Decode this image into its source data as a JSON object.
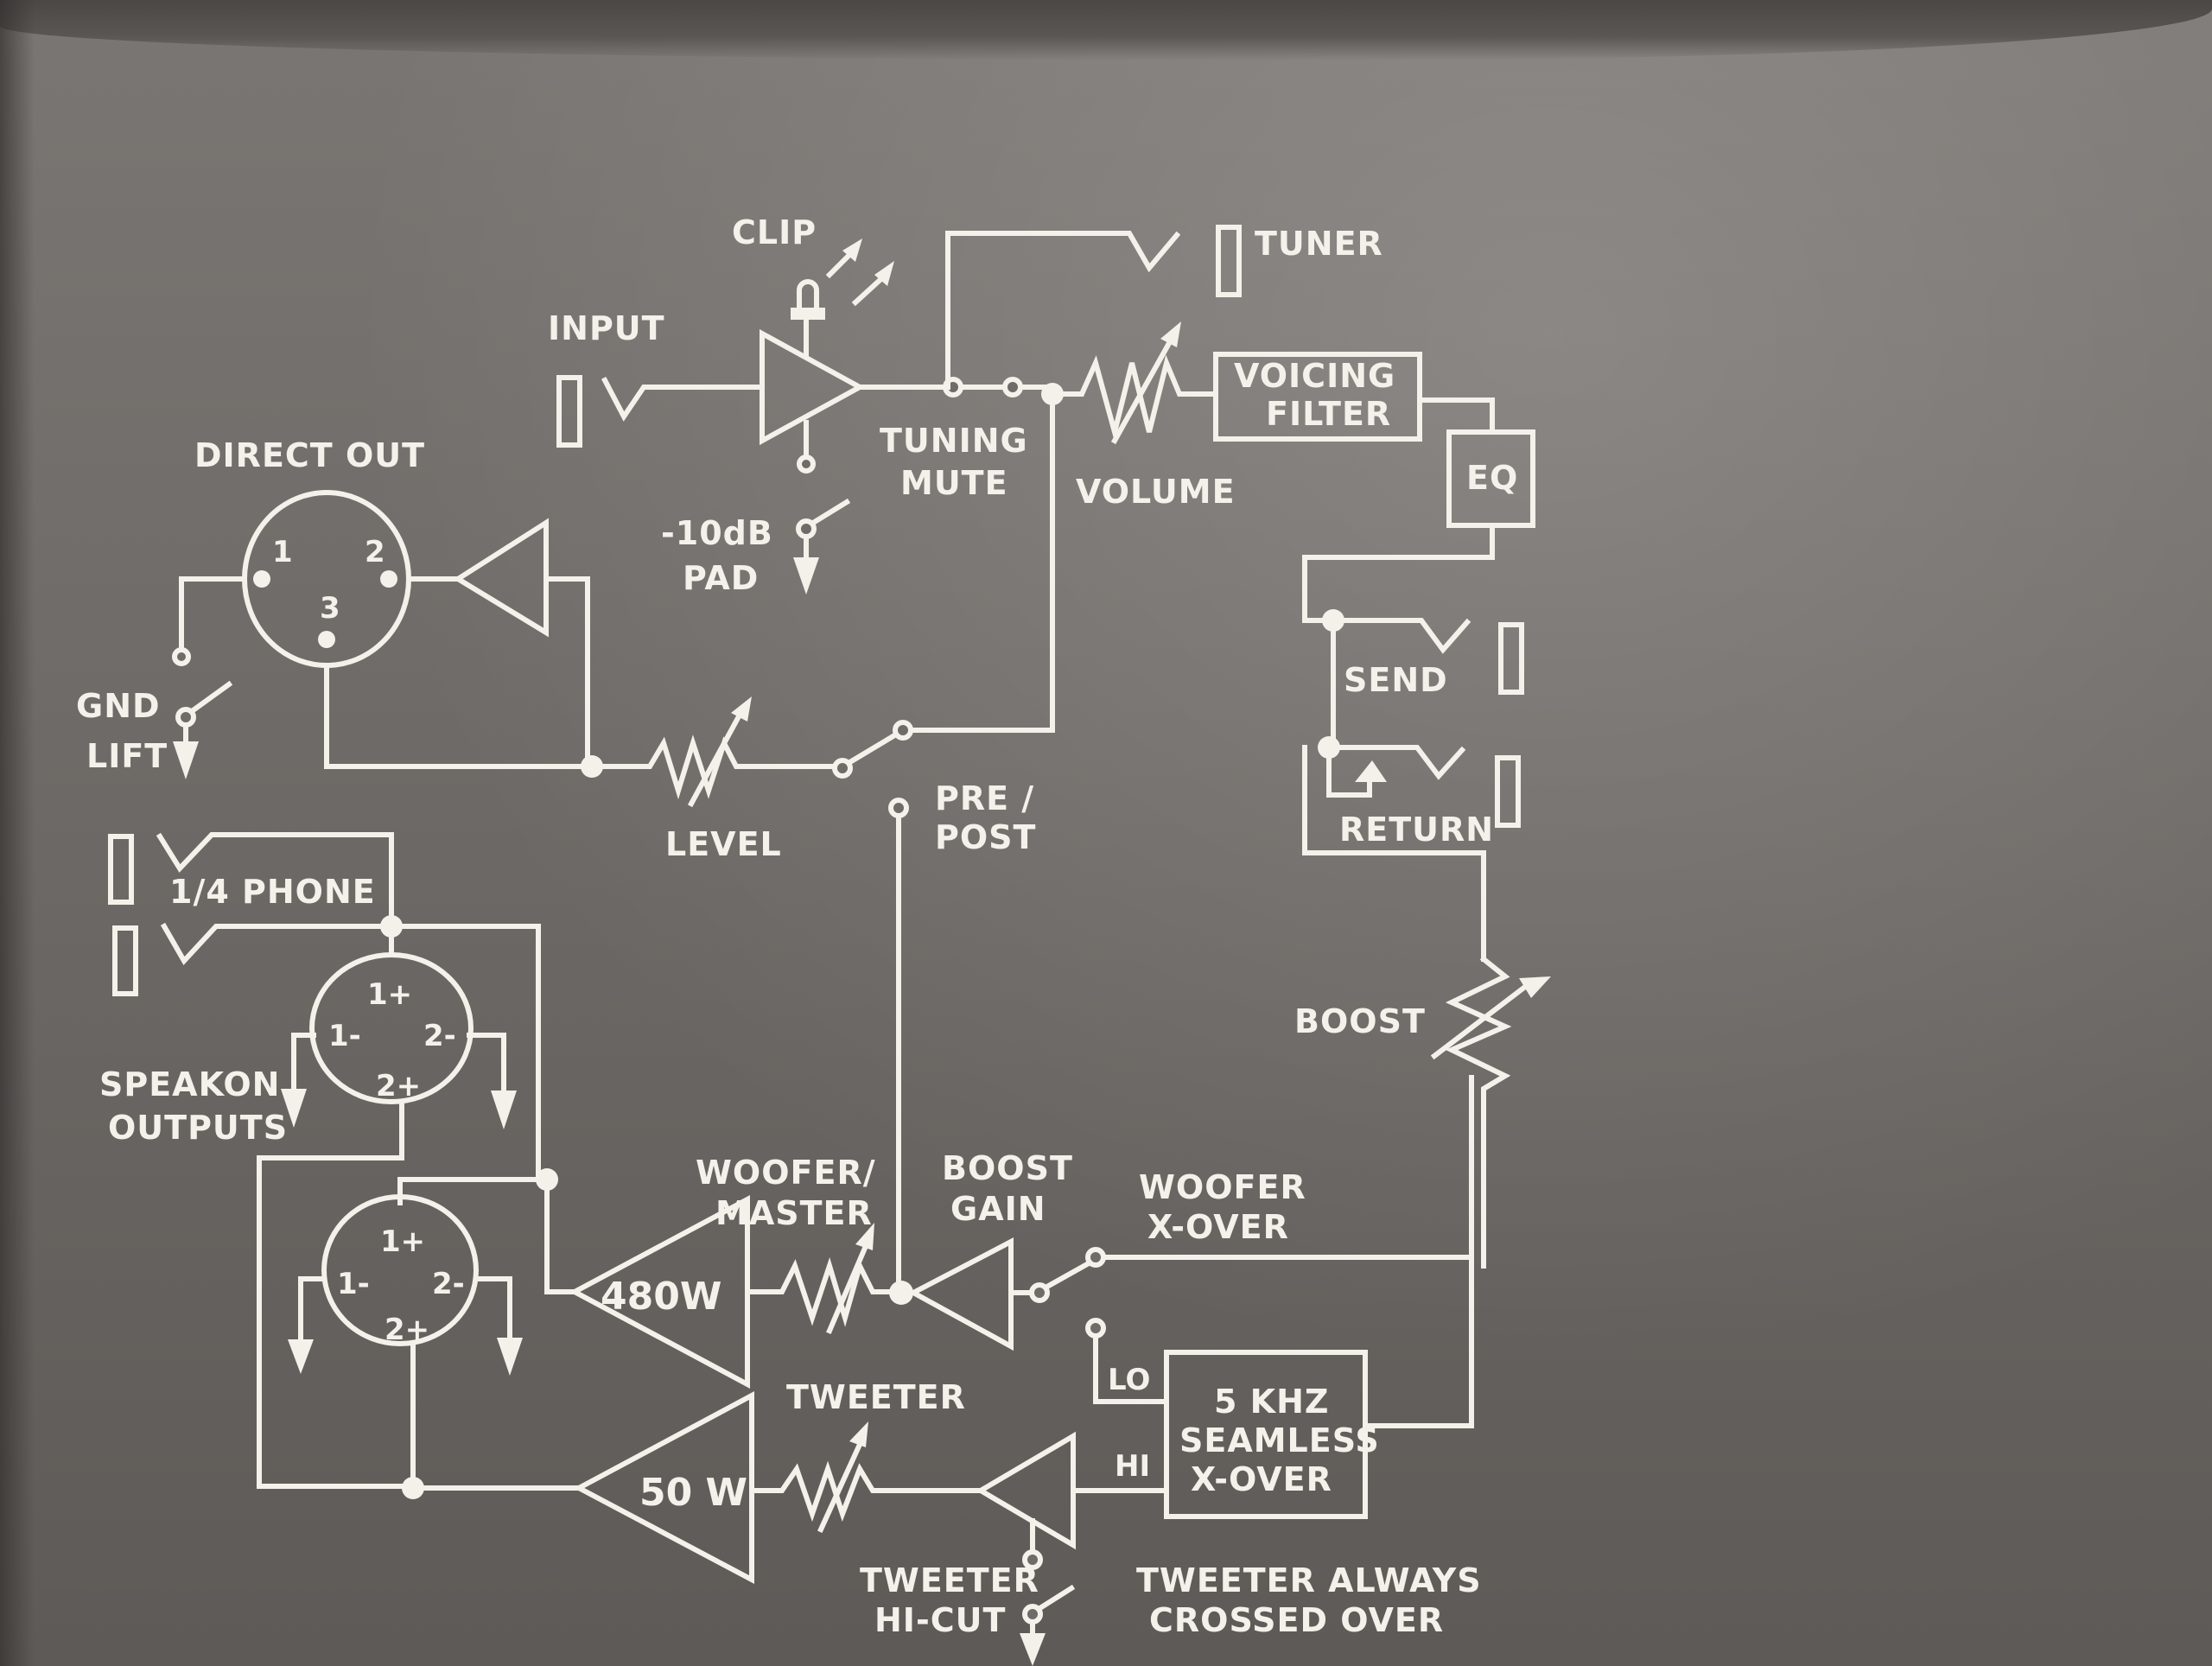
{
  "diagram": {
    "title": "Bass amplifier signal flow block diagram",
    "labels": {
      "input": "INPUT",
      "clip": "CLIP",
      "tuner": "TUNER",
      "tuning_mute_1": "TUNING",
      "tuning_mute_2": "MUTE",
      "volume": "VOLUME",
      "voicing_filter_1": "VOICING",
      "voicing_filter_2": "FILTER",
      "eq": "EQ",
      "pad_1": "-10dB",
      "pad_2": "PAD",
      "direct_out": "DIRECT OUT",
      "xlr_pin1": "1",
      "xlr_pin2": "2",
      "xlr_pin3": "3",
      "gnd_lift_1": "GND",
      "gnd_lift_2": "LIFT",
      "level": "LEVEL",
      "pre_post_1": "PRE /",
      "pre_post_2": "POST",
      "send": "SEND",
      "return": "RETURN",
      "boost": "BOOST",
      "phone": "1/4 PHONE",
      "speakon_1": "SPEAKON",
      "speakon_2": "OUTPUTS",
      "pin_1p": "1+",
      "pin_1m": "1-",
      "pin_2m": "2-",
      "pin_2p": "2+",
      "woofer_master_1": "WOOFER/",
      "woofer_master_2": "MASTER",
      "boost_gain_1": "BOOST",
      "boost_gain_2": "GAIN",
      "woofer_xover_1": "WOOFER",
      "woofer_xover_2": "X-OVER",
      "amp_woofer": "480W",
      "amp_tweeter": "50 W",
      "tweeter": "TWEETER",
      "lo": "LO",
      "hi": "HI",
      "xover_1": "5 KHZ",
      "xover_2": "SEAMLESS",
      "xover_3": "X-OVER",
      "tweeter_hicut_1": "TWEETER",
      "tweeter_hicut_2": "HI-CUT",
      "note_1": "TWEETER ALWAYS",
      "note_2": "CROSSED OVER"
    },
    "colors": {
      "panel": "#6f6b68",
      "ink": "#f3f1ea"
    }
  }
}
